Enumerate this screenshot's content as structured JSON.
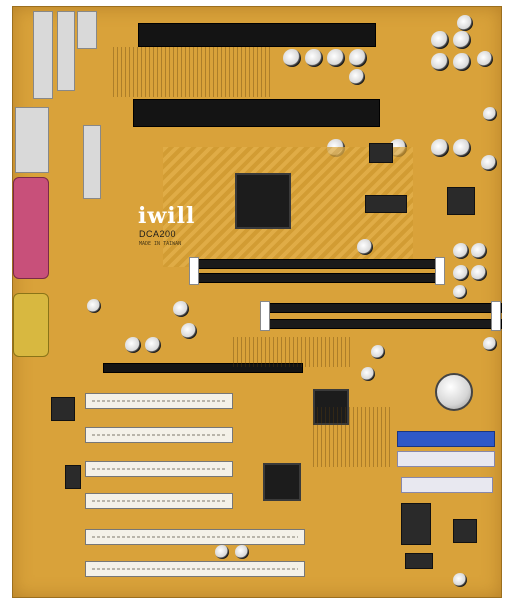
{
  "image": {
    "subject": "motherboard",
    "board_color": "#d9a23a"
  },
  "labels": {
    "brand_logo": "iwill",
    "model": "DCA200",
    "small_marking": "MADE IN TAIWAN"
  }
}
